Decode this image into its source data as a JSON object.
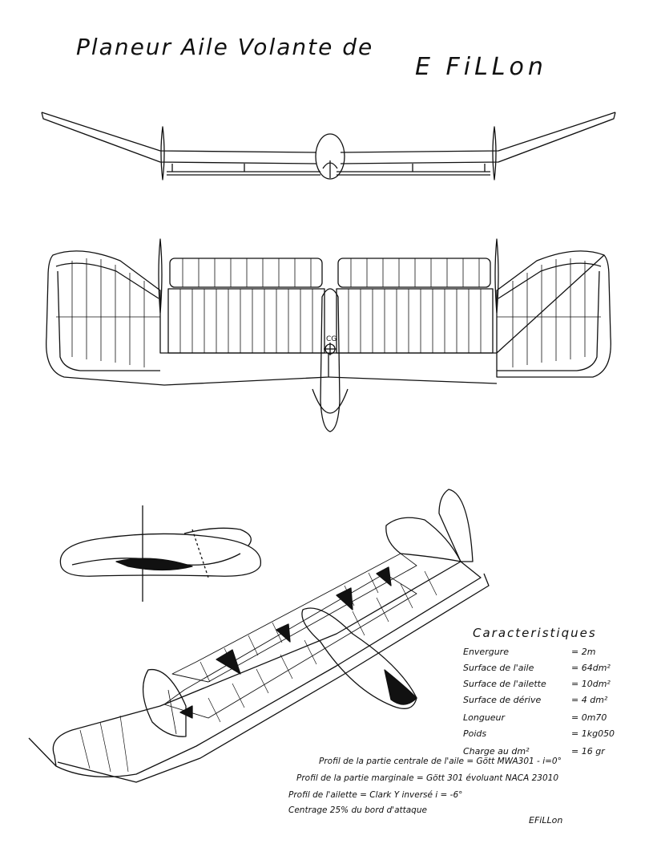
{
  "title": {
    "line1": "Planeur Aile Volante de",
    "line2": "E FiLLon"
  },
  "views": {
    "cg_label": "CG"
  },
  "specs": {
    "heading": "Caracteristiques",
    "rows": [
      {
        "label": "Envergure",
        "value": "= 2m"
      },
      {
        "label": "Surface de l'aile",
        "value": "= 64dm²"
      },
      {
        "label": "Surface de l'ailette",
        "value": "= 10dm²"
      },
      {
        "label": "Surface de dérive",
        "value": "= 4 dm²"
      },
      {
        "label": "Longueur",
        "value": "= 0m70"
      },
      {
        "label": "Poids",
        "value": "= 1kg050"
      },
      {
        "label": "Charge au dm²",
        "value": "= 16 gr"
      }
    ],
    "profiles": [
      "Profil de la partie centrale de l'aile = Gött MWA301 - i=0°",
      "Profil de la partie marginale = Gött 301 évoluant NACA 23010",
      "Profil de l'ailette = Clark Y inversé   i = -6°",
      "Centrage 25% du bord d'attaque"
    ]
  },
  "signature": "EFiLLon",
  "colors": {
    "ink": "#111111",
    "paper": "#ffffff"
  }
}
